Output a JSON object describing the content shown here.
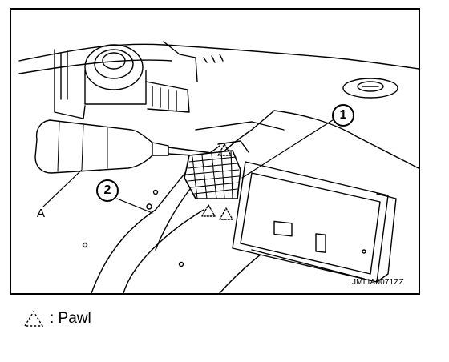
{
  "figure": {
    "code": "JMLIA0071ZZ",
    "callouts": {
      "one": "1",
      "two": "2",
      "letter_a": "A"
    }
  },
  "legend": {
    "label": ": Pawl",
    "icon": "dashed-triangle-icon"
  }
}
